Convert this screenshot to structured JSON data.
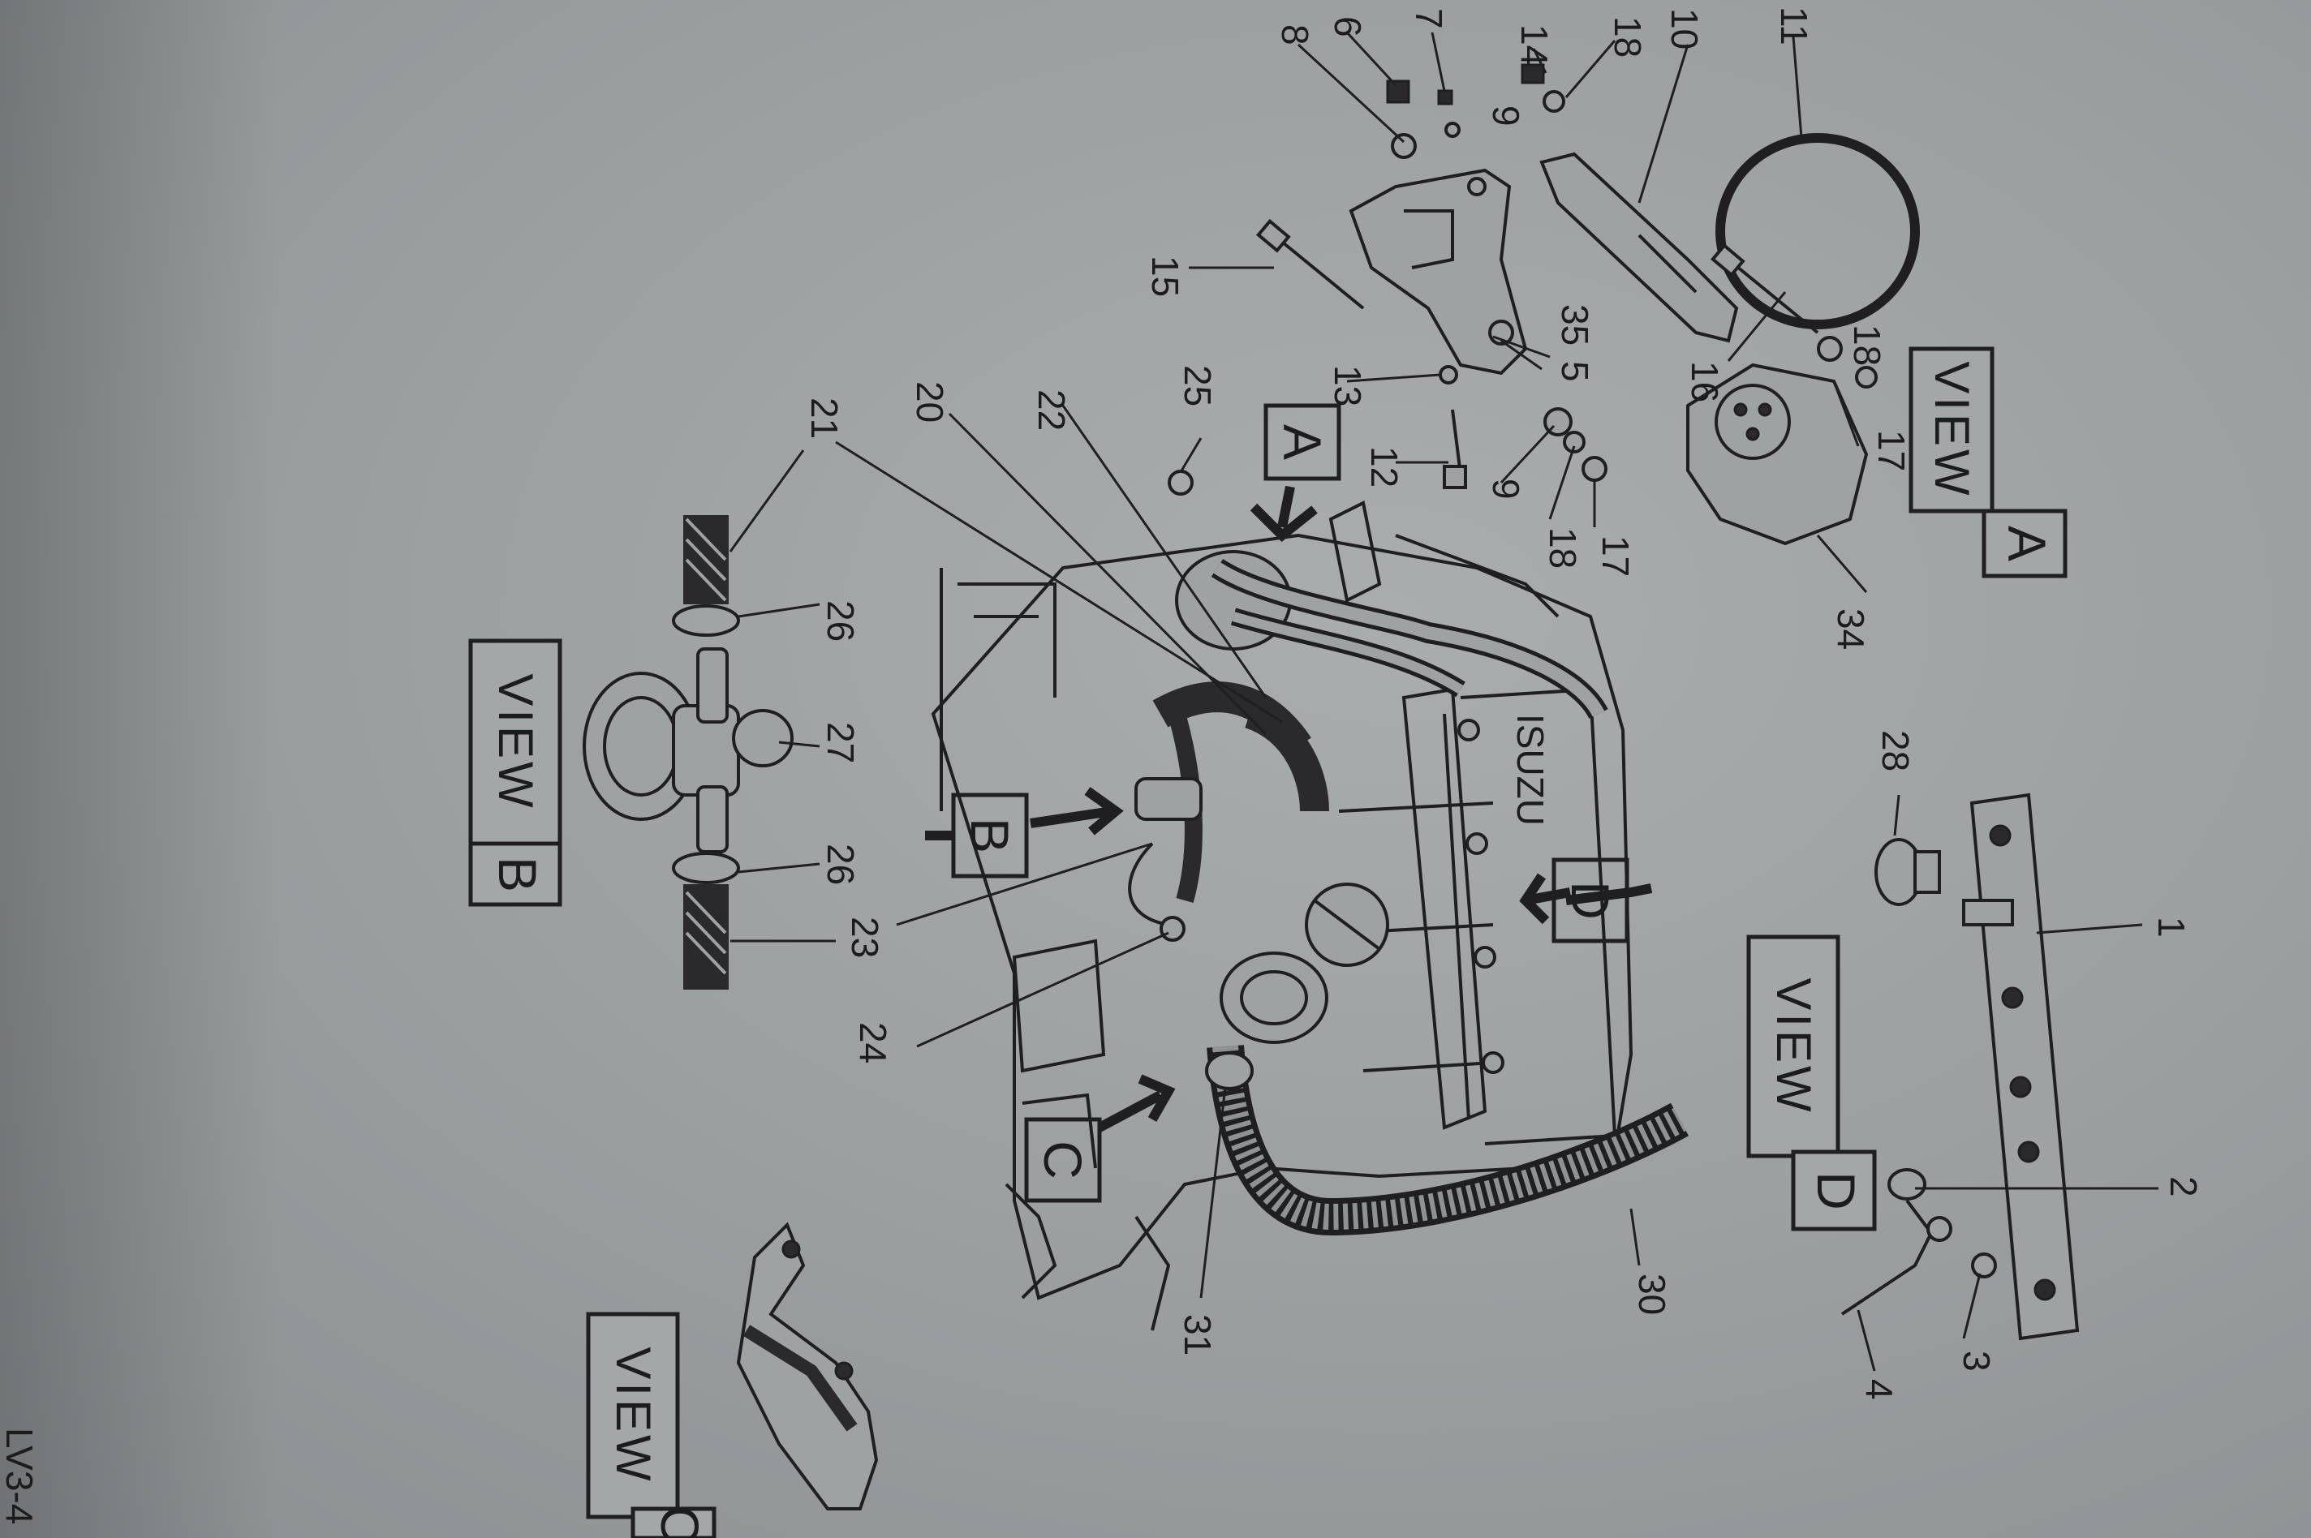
{
  "page_code": "LV3-4",
  "view_labels": {
    "a": {
      "word": "VIEW",
      "letter": "A"
    },
    "b": {
      "word": "VIEW",
      "letter": "B"
    },
    "c": {
      "word": "VIEW",
      "letter": "C"
    },
    "d": {
      "word": "VIEW",
      "letter": "D"
    }
  },
  "arrow_boxes": {
    "a": "A",
    "b": "B",
    "c": "C",
    "d": "D"
  },
  "engine_marking": "ISUZU",
  "callouts": {
    "n1": "1",
    "n2": "2",
    "n3": "3",
    "n4": "4",
    "n5": "5",
    "n6": "6",
    "n7": "7",
    "n8": "8",
    "n9a": "9",
    "n9b": "9",
    "n10": "10",
    "n11": "11",
    "n12": "12",
    "n13": "13",
    "n14": "14",
    "n15": "15",
    "n16": "16",
    "n17a": "17",
    "n17b": "17",
    "n18a": "18",
    "n18b": "18",
    "n18c": "18",
    "n20": "20",
    "n21": "21",
    "n22": "22",
    "n23": "23",
    "n24": "24",
    "n25": "25",
    "n26a": "26",
    "n26b": "26",
    "n27": "27",
    "n28": "28",
    "n30": "30",
    "n31": "31",
    "n34": "34",
    "n35": "35"
  }
}
